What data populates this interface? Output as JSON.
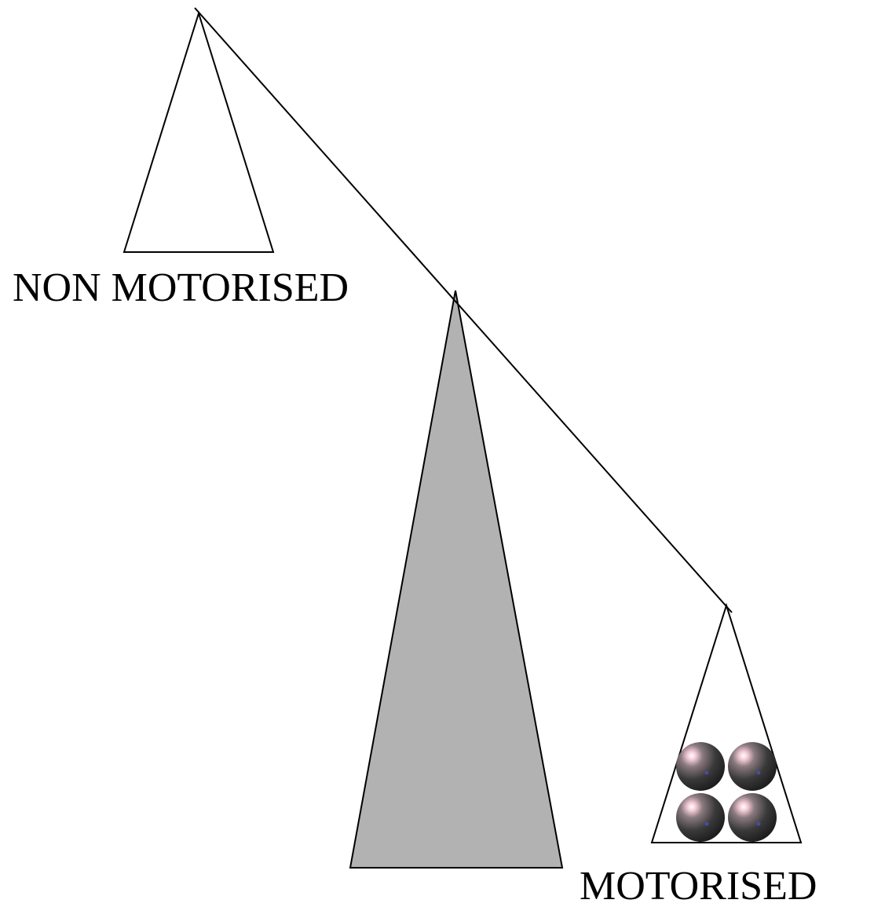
{
  "diagram": {
    "type": "balance-scale",
    "left_pan_label": "NON MOTORISED",
    "right_pan_label": "MOTORISED",
    "left_pan_contents": [],
    "right_pan_contents": [
      "ball",
      "ball",
      "ball",
      "ball"
    ],
    "heavier_side": "right",
    "fulcrum_color": "#b2b2b2",
    "ball_color": "#3a3a3a",
    "line_color": "#000000"
  }
}
